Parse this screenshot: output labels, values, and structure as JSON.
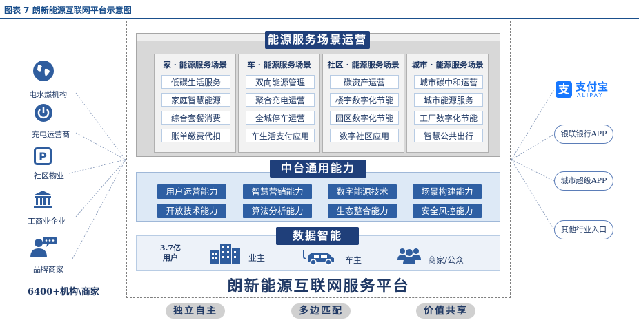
{
  "figure_title": "图表 7 朗新能源互联网平台示意图",
  "platform_name": "朗新能源互联网服务平台",
  "scenario": {
    "title": "能源服务场景运营",
    "columns": [
      {
        "header": "家 · 能源服务场景",
        "items": [
          "低碳生活服务",
          "家庭智慧能源",
          "综合套餐消费",
          "账单缴费代扣"
        ]
      },
      {
        "header": "车 · 能源服务场景",
        "items": [
          "双向能源管理",
          "聚合充电运营",
          "全城停车运营",
          "车生活支付应用"
        ]
      },
      {
        "header": "社区 · 能源服务场景",
        "items": [
          "碳资产运营",
          "楼宇数字化节能",
          "园区数字化节能",
          "数字社区应用"
        ]
      },
      {
        "header": "城市 · 能源服务场景",
        "items": [
          "城市碳中和运营",
          "城市能源服务",
          "工厂数字化节能",
          "智慧公共出行"
        ]
      }
    ]
  },
  "middle": {
    "title": "中台通用能力",
    "capabilities": [
      "用户运营能力",
      "智慧营销能力",
      "数字能源技术",
      "场景构建能力",
      "开放技术能力",
      "算法分析能力",
      "生态整合能力",
      "安全风控能力"
    ]
  },
  "data": {
    "title": "数据智能",
    "users_value": "3.7亿",
    "users_label": "用户",
    "segments": [
      {
        "icon": "building-icon",
        "label": "业主"
      },
      {
        "icon": "car-icon",
        "label": "车主"
      },
      {
        "icon": "people-icon",
        "label": "商家/公众"
      }
    ]
  },
  "bottom_values": [
    "独立自主",
    "多边匹配",
    "价值共享"
  ],
  "left_partners": [
    {
      "icon": "globe-icon",
      "label": "电水燃机构"
    },
    {
      "icon": "power-icon",
      "label": "充电运营商"
    },
    {
      "icon": "parking-icon",
      "label": "社区物业"
    },
    {
      "icon": "bank-icon",
      "label": "工商业企业"
    },
    {
      "icon": "merchant-icon",
      "label": "品牌商家"
    }
  ],
  "left_total": "6400+机构\\商家",
  "right_channels": {
    "alipay_cn": "支付宝",
    "alipay_en": "ALIPAY",
    "alipay_mark": "支",
    "items": [
      "银联银行APP",
      "城市超级APP",
      "其他行业入口"
    ]
  },
  "colors": {
    "navy": "#1f3f7a",
    "capability_blue": "#2e5fa3",
    "alipay_blue": "#1677ff",
    "icon_blue": "#2f5d9e"
  }
}
